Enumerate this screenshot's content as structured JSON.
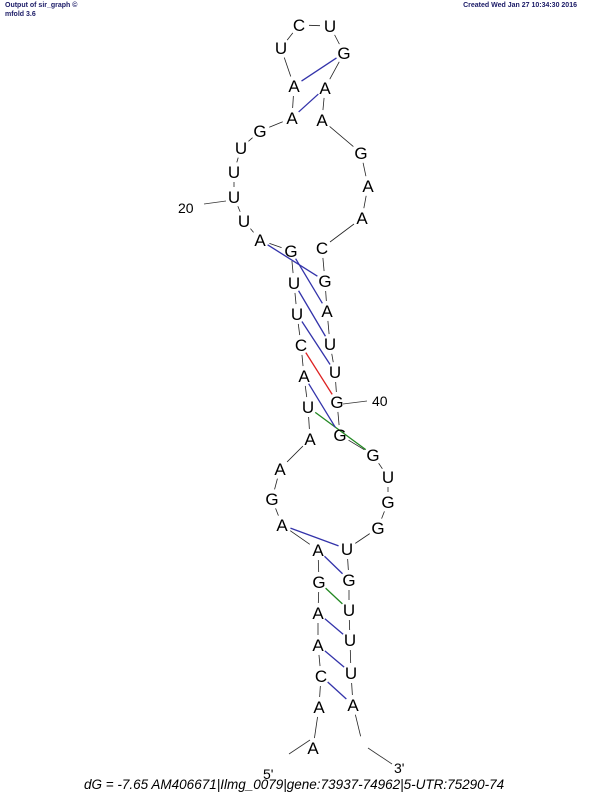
{
  "header": {
    "left_line1": "Output of sir_graph ©",
    "left_line2": "mfold 3.6",
    "right_line1": "Created Wed Jan 27 10:34:30 2016"
  },
  "labels": {
    "five_prime": "5'",
    "three_prime": "3'",
    "pos20": "20",
    "pos40": "40"
  },
  "footer": "dG =   -7.65 AM406671|Ilmg_0079|gene:73937-74962|5-UTR:75290-74",
  "colors": {
    "AU": "#3333aa",
    "GC": "#dd2222",
    "GU": "#228822"
  },
  "nucleotides": [
    "A",
    "A",
    "C",
    "A",
    "A",
    "G",
    "A",
    "A",
    "G",
    "A",
    "A",
    "U",
    "A",
    "C",
    "U",
    "U",
    "G",
    "A",
    "U",
    "U",
    "U",
    "U",
    "G",
    "A",
    "A",
    "U",
    "C",
    "U",
    "G",
    "A",
    "A",
    "G",
    "A",
    "A",
    "C",
    "G",
    "A",
    "U",
    "U",
    "G",
    "G",
    "G",
    "U",
    "G",
    "G",
    "U",
    "G",
    "U",
    "U",
    "U",
    "A"
  ],
  "pairs": [
    [
      2,
      50
    ],
    [
      3,
      49
    ],
    [
      4,
      48
    ],
    [
      5,
      47
    ],
    [
      6,
      46
    ],
    [
      7,
      45
    ],
    [
      11,
      41
    ],
    [
      12,
      40
    ],
    [
      13,
      39
    ],
    [
      14,
      38
    ],
    [
      15,
      37
    ],
    [
      16,
      36
    ],
    [
      17,
      35
    ],
    [
      23,
      29
    ],
    [
      24,
      28
    ]
  ]
}
